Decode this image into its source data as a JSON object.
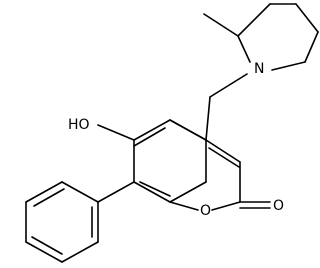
{
  "diagram": {
    "atom_labels": {
      "hydroxyl": "HO",
      "ring_oxygen": "O",
      "carbonyl_oxygen": "O",
      "amine_nitrogen": "N"
    }
  }
}
